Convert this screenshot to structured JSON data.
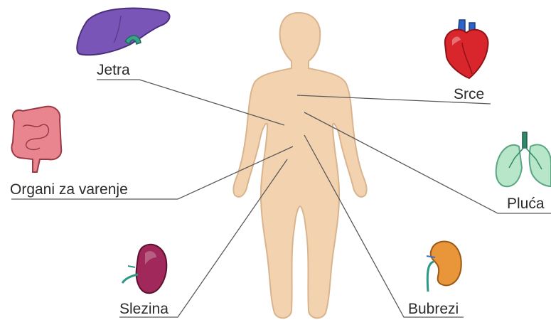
{
  "labels": {
    "liver": "Jetra",
    "heart": "Srce",
    "digestive": "Organi za varenje",
    "lungs": "Pluća",
    "spleen": "Slezina",
    "kidneys": "Bubrezi"
  },
  "colors": {
    "skin": "#f2d2af",
    "skin_outline": "#d9b48e",
    "liver": "#7a55b8",
    "heart": "#d8262c",
    "heart_vessel": "#2b63c6",
    "intestine": "#e8858f",
    "lungs": "#b7e6c8",
    "spleen": "#a0285a",
    "kidney": "#e9953a",
    "connector": "#5a5a5a"
  }
}
